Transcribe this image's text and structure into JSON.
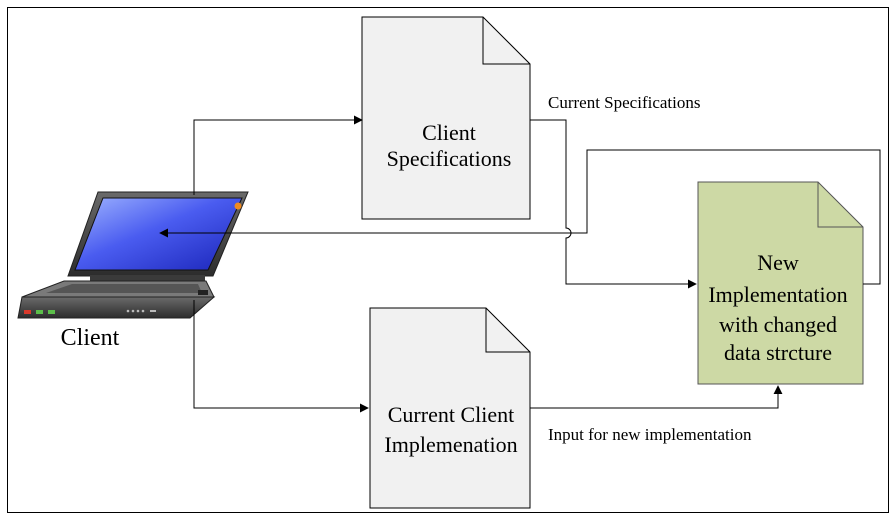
{
  "diagram": {
    "client": {
      "label": "Client"
    },
    "documents": {
      "client_specifications": {
        "line1": "Client",
        "line2": "Specifications"
      },
      "current_client_implementation": {
        "line1": "Current Client",
        "line2": "Implemenation"
      },
      "new_implementation": {
        "line1": "New",
        "line2": "Implementation",
        "line3": "with changed",
        "line4": "data strcture",
        "fill_color": "#cdd9a5",
        "border_color": "#555555"
      }
    },
    "edge_labels": {
      "current_specifications": "Current Specifications",
      "input_for_new_implementation": "Input for new implementation"
    },
    "colors": {
      "document_fill": "#f1f1f1",
      "stroke": "#000000"
    }
  }
}
